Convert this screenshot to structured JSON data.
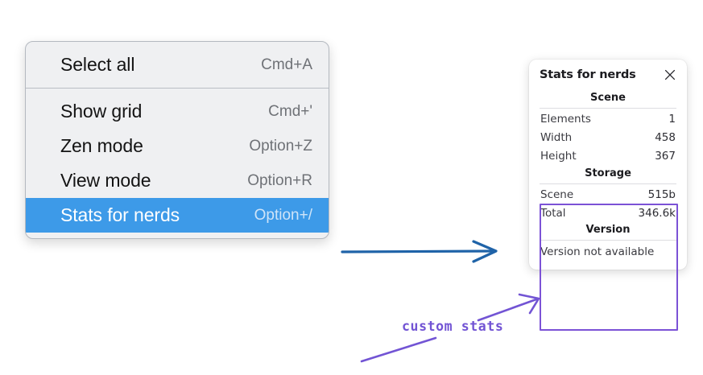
{
  "menu": {
    "name": "canvas-context-menu",
    "sections": [
      {
        "items": [
          {
            "label": "Select all",
            "shortcut": "Cmd+A",
            "highlighted": false
          }
        ]
      },
      {
        "items": [
          {
            "label": "Show grid",
            "shortcut": "Cmd+'",
            "highlighted": false
          },
          {
            "label": "Zen mode",
            "shortcut": "Option+Z",
            "highlighted": false
          },
          {
            "label": "View mode",
            "shortcut": "Option+R",
            "highlighted": false
          },
          {
            "label": "Stats for nerds",
            "shortcut": "Option+/",
            "highlighted": true
          }
        ]
      }
    ],
    "highlight_color": "#3d9ae8",
    "background_color": "#eff0f2"
  },
  "stats_panel": {
    "title": "Stats for nerds",
    "close_icon": "close-icon",
    "sections": [
      {
        "heading": "Scene",
        "rows": [
          {
            "label": "Elements",
            "value": "1"
          },
          {
            "label": "Width",
            "value": "458"
          },
          {
            "label": "Height",
            "value": "367"
          }
        ]
      },
      {
        "heading": "Storage",
        "rows": [
          {
            "label": "Scene",
            "value": "515b"
          },
          {
            "label": "Total",
            "value": "346.6k"
          }
        ]
      },
      {
        "heading": "Version",
        "single_row": "Version not available"
      }
    ]
  },
  "annotations": {
    "custom_stats_label": "custom stats",
    "blue_arrow_color": "#1f63a8",
    "purple_color": "#7254d4",
    "outline_color": "#7c52d6"
  }
}
